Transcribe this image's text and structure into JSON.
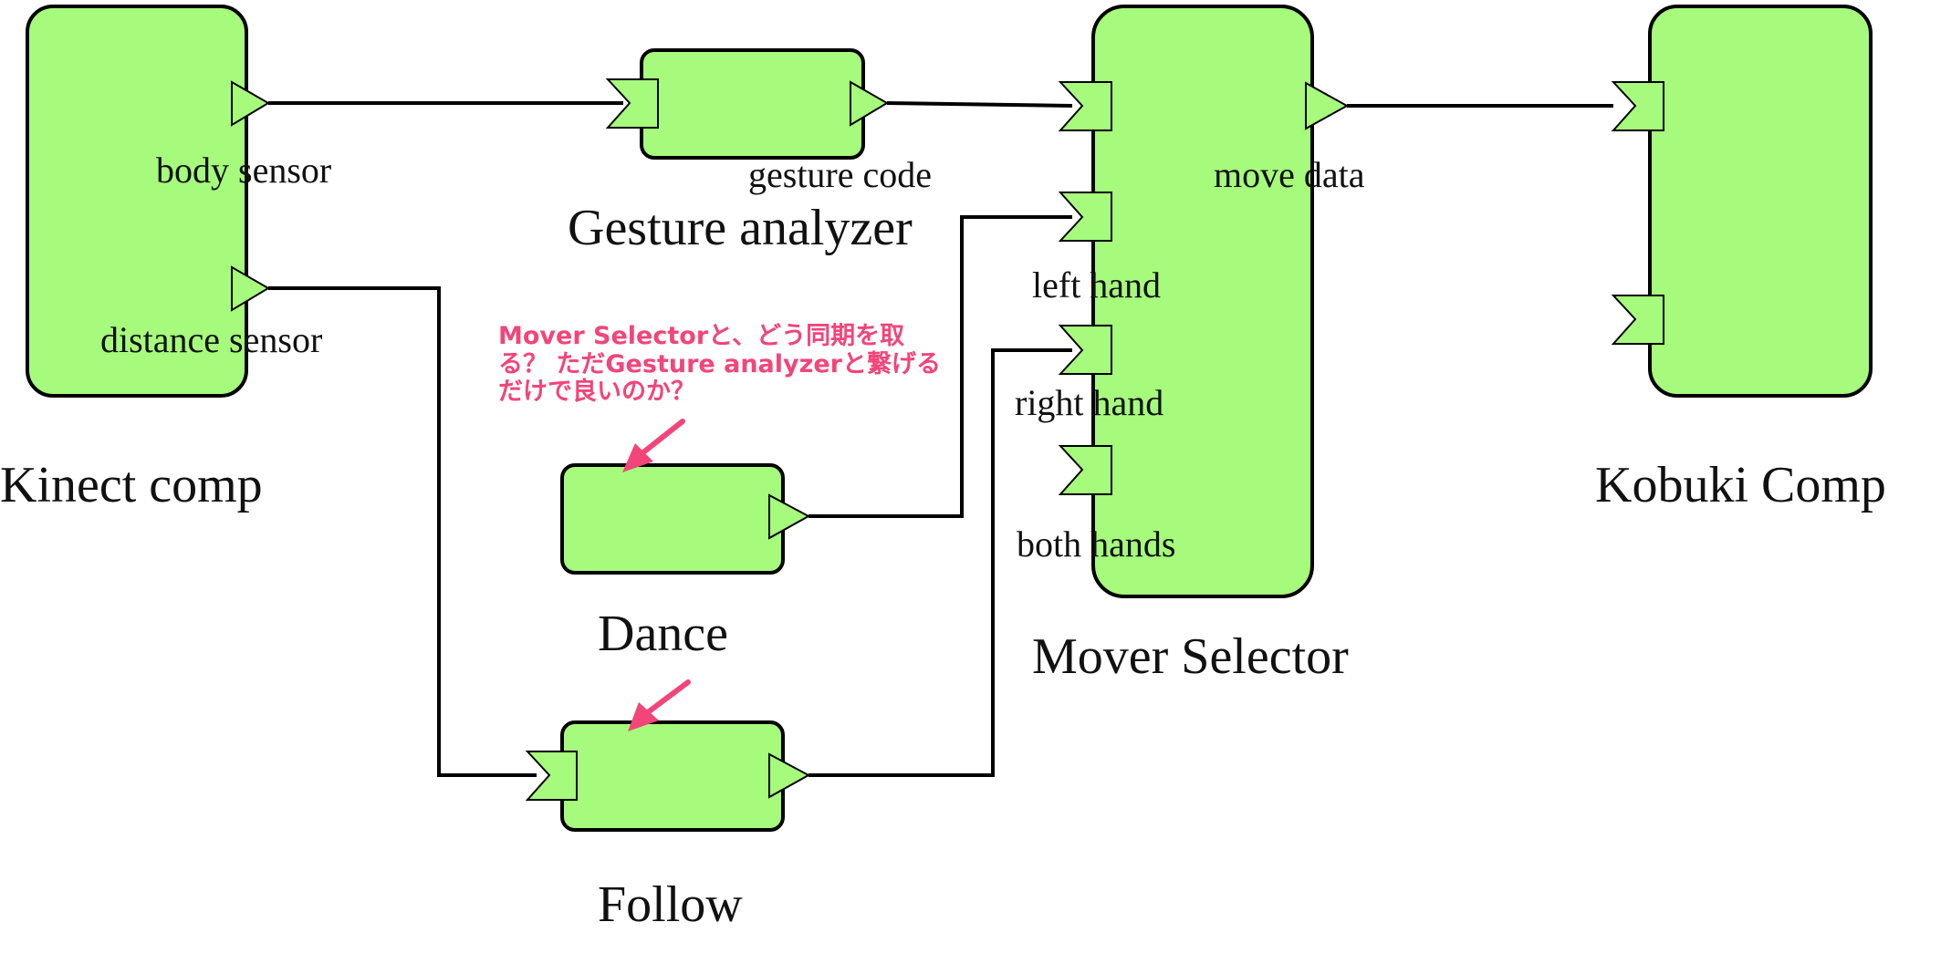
{
  "colors": {
    "block_fill": "#a6fb7d",
    "stroke": "#000000",
    "note": "#f2457a"
  },
  "components": {
    "kinect": {
      "name": "Kinect comp",
      "ports": [
        "body sensor",
        "distance sensor"
      ]
    },
    "gesture": {
      "name": "Gesture analyzer",
      "ports": [
        "gesture code"
      ]
    },
    "mover": {
      "name": "Mover Selector",
      "ports": [
        "left hand",
        "right hand",
        "both hands",
        "move data"
      ]
    },
    "kobuki": {
      "name": "Kobuki Comp"
    },
    "dance": {
      "name": "Dance"
    },
    "follow": {
      "name": "Follow"
    }
  },
  "note": {
    "lines": [
      "Mover Selectorと、どう同期を取",
      "る？ ただGesture analyzerと繋げる",
      "だけで良いのか？"
    ]
  }
}
